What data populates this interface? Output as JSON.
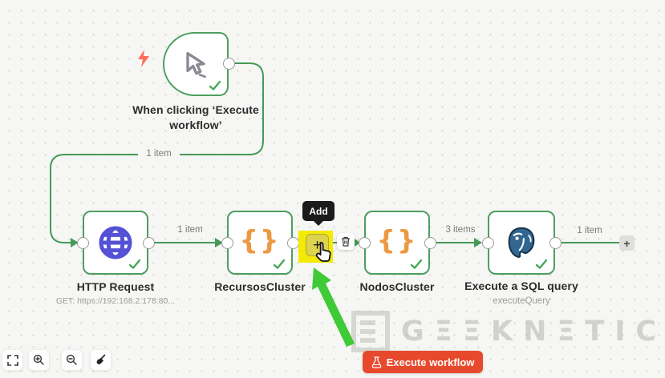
{
  "canvas": {
    "background": "#f6f6f4",
    "dot_color": "#d7d7d1"
  },
  "colors": {
    "connection_green": "#459a57",
    "node_border_green": "#4c9e5f",
    "success_check_green": "#46a855",
    "braces_orange": "#EB9A43",
    "lightning_orange": "#FF6D5A",
    "globe_indigo": "#5451D6",
    "postgres_blue": "#336791",
    "execute_button_red": "#E7492D",
    "highlight_yellow": "#F3EB06",
    "annotation_arrow_green": "#3FCA38",
    "tooltip_black": "#1B1B1B"
  },
  "nodes": {
    "trigger": {
      "label": "When clicking ‘Execute workflow’",
      "icon": "cursor-icon",
      "status": "success"
    },
    "http": {
      "label": "HTTP Request",
      "subtitle": "GET: https://192.168.2.178:80...",
      "icon": "globe-icon",
      "status": "success"
    },
    "recursos": {
      "label": "RecursosCluster",
      "icon": "curly-braces-icon",
      "braces_glyph": "{}",
      "status": "success"
    },
    "nodos": {
      "label": "NodosCluster",
      "icon": "curly-braces-icon",
      "braces_glyph": "{}",
      "status": "success"
    },
    "sql": {
      "label": "Execute a SQL query",
      "subtitle": "executeQuery",
      "icon": "postgresql-elephant-icon",
      "status": "success"
    }
  },
  "connections": {
    "trigger_to_http": {
      "label": "1 item"
    },
    "http_to_recursos": {
      "label": "1 item"
    },
    "recursos_to_nodos": {
      "label": ""
    },
    "nodos_to_sql": {
      "label": "3 items"
    },
    "sql_to_next": {
      "label": "1 item"
    }
  },
  "hover_widget": {
    "tooltip_label": "Add",
    "add_button_glyph": "+",
    "trash_icon": "trash-icon"
  },
  "next_node_button": {
    "glyph": "+"
  },
  "toolbar": {
    "fit_view": "fit-view-button",
    "zoom_in": "zoom-in-button",
    "zoom_out": "zoom-out-button",
    "tidy_up": "tidy-up-button"
  },
  "execute_button": {
    "label": "Execute workflow",
    "icon": "flask-icon"
  },
  "watermark": {
    "text": "GΞΞKNΞTIC"
  }
}
